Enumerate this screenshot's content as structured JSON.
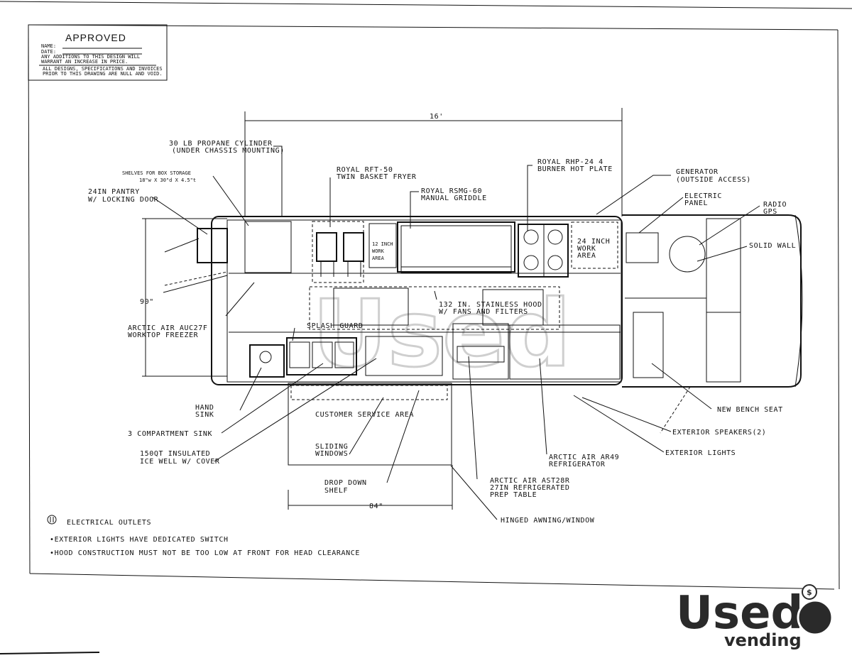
{
  "approval": {
    "title": "APPROVED",
    "name_label": "NAME:",
    "date_label": "DATE:",
    "warning_1": "ANY ADDITIONS TO THIS DESIGN WILL",
    "warning_2": "WARRANT AN INCREASE IN PRICE.",
    "notice_1": "ALL DESIGNS, SPECIFICATIONS AND INVOICES",
    "notice_2": "PRIOR TO THIS DRAWING ARE NULL AND VOID."
  },
  "dimensions": {
    "length": "16'",
    "width": "90\"",
    "window": "84\""
  },
  "callouts": {
    "propane_1": "30 LB PROPANE CYLINDER",
    "propane_2": "(UNDER CHASSIS MOUNTING)",
    "shelves_1": "SHELVES FOR BOX STORAGE",
    "shelves_2": "18\"w X 30\"d X 4.5\"t",
    "pantry_1": "24IN PANTRY",
    "pantry_2": "W/ LOCKING DOOR",
    "fryer_1": "ROYAL RFT-50",
    "fryer_2": "TWIN BASKET FRYER",
    "griddle_1": "ROYAL RSMG-60",
    "griddle_2": "MANUAL GRIDDLE",
    "hotplate_1": "ROYAL RHP-24 4",
    "hotplate_2": "BURNER HOT PLATE",
    "generator_1": "GENERATOR",
    "generator_2": "(OUTSIDE ACCESS)",
    "electric_1": "ELECTRIC",
    "electric_2": "PANEL",
    "radio_1": "RADIO",
    "radio_2": "GPS",
    "solid_wall": "SOLID WALL",
    "work12_1": "12 INCH",
    "work12_2": "WORK",
    "work12_3": "AREA",
    "work24_1": "24 INCH",
    "work24_2": "WORK",
    "work24_3": "AREA",
    "hood_1": "132 IN. STAINLESS HOOD",
    "hood_2": "W/ FANS AND FILTERS",
    "freezer_1": "ARCTIC AIR AUC27F",
    "freezer_2": "WORKTOP FREEZER",
    "splash": "SPLASH GUARD",
    "hand_sink_1": "HAND",
    "hand_sink_2": "SINK",
    "comp_sink": "3 COMPARTMENT SINK",
    "ice_1": "150QT INSULATED",
    "ice_2": "ICE WELL W/ COVER",
    "customer": "CUSTOMER SERVICE AREA",
    "sliding_1": "SLIDING",
    "sliding_2": "WINDOWS",
    "dropdown_1": "DROP DOWN",
    "dropdown_2": "SHELF",
    "prep_1": "ARCTIC AIR AST28R",
    "prep_2": "27IN REFRIGERATED",
    "prep_3": "PREP TABLE",
    "fridge_1": "ARCTIC AIR AR49",
    "fridge_2": "REFRIGERATOR",
    "bench": "NEW BENCH SEAT",
    "speakers": "EXTERIOR SPEAKERS(2)",
    "lights": "EXTERIOR LIGHTS",
    "awning": "HINGED AWNING/WINDOW"
  },
  "notes": {
    "outlet_legend": "ELECTRICAL OUTLETS",
    "note_1": "•EXTERIOR LIGHTS HAVE DEDICATED SWITCH",
    "note_2": "•HOOD CONSTRUCTION MUST NOT BE TOO LOW AT FRONT FOR HEAD CLEARANCE"
  },
  "logo": {
    "main": "Used",
    "sub": "vending",
    "coin": "$"
  },
  "colors": {
    "ink": "#111111",
    "paper": "#ffffff",
    "watermark": "#cfcfcf",
    "logo": "#2a2a2a"
  }
}
